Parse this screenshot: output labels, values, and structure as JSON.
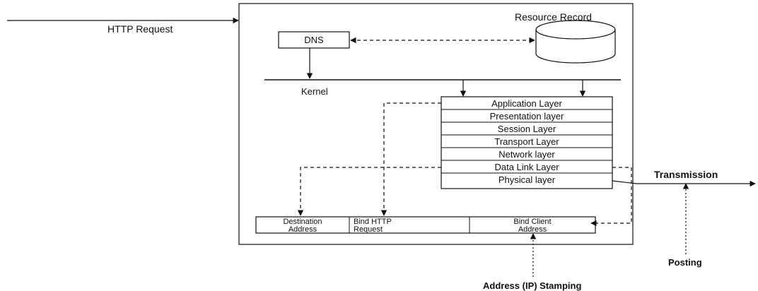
{
  "labels": {
    "http_request": "HTTP Request",
    "resource_record": "Resource Record",
    "dns": "DNS",
    "kernel": "Kernel",
    "transmission": "Transmission",
    "posting": "Posting",
    "address_stamping": "Address (IP) Stamping"
  },
  "osi_layers": [
    "Application Layer",
    "Presentation layer",
    "Session Layer",
    "Transport Layer",
    "Network layer",
    "Data Link Layer",
    "Physical layer"
  ],
  "bottom_boxes": {
    "destination_line1": "Destination",
    "destination_line2": "Address",
    "bind_http_line1": "Bind HTTP",
    "bind_http_line2": "Request",
    "bind_client_line1": "Bind Client",
    "bind_client_line2": "Address"
  }
}
